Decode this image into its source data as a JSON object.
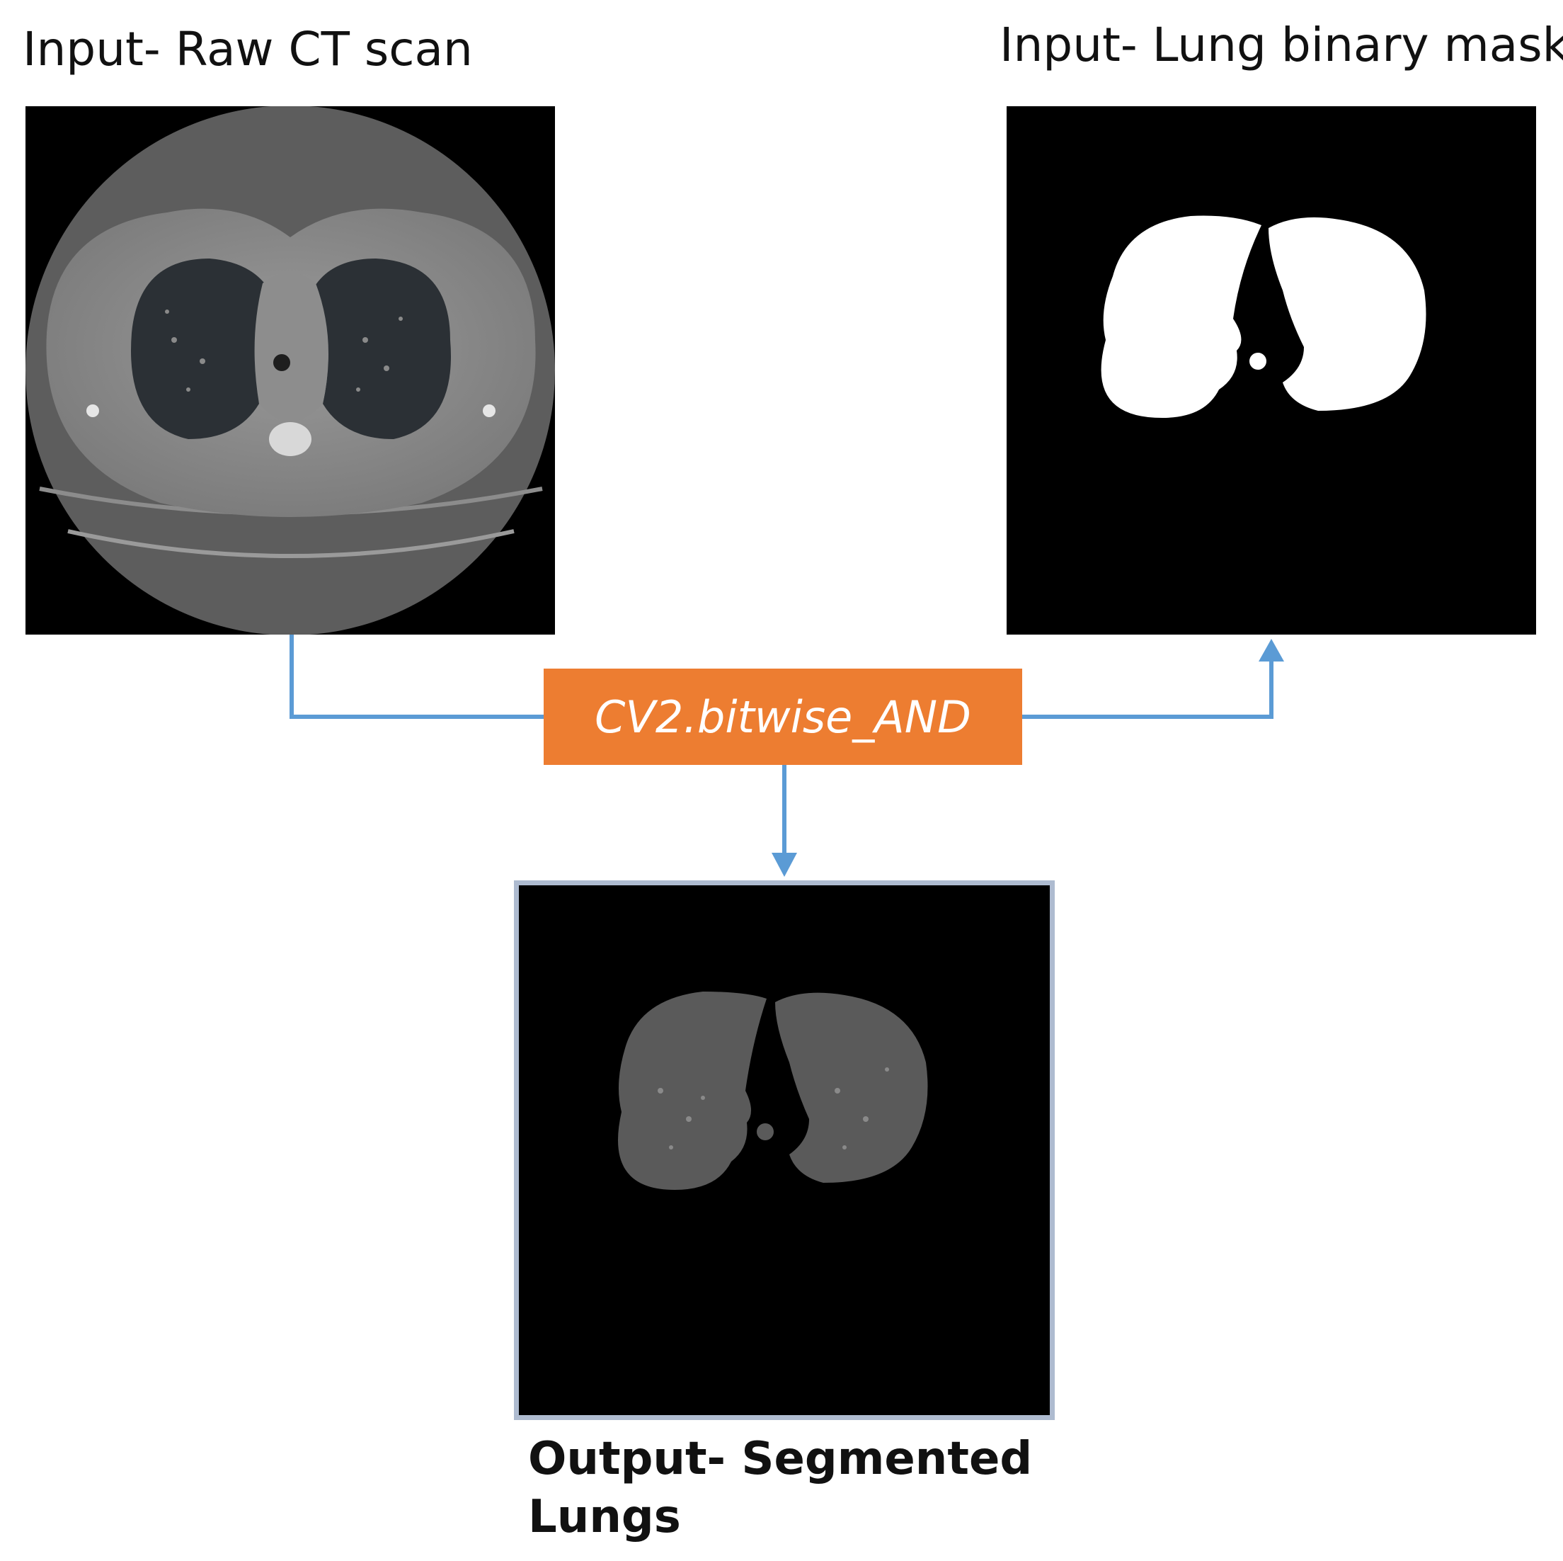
{
  "labels": {
    "ct_input": "Input- Raw CT scan",
    "mask_input": "Input- Lung binary mask",
    "output": "Output- Segmented Lungs"
  },
  "operation": {
    "label": "CV2.bitwise_AND",
    "color": "#ed7d31"
  },
  "colors": {
    "connector": "#5b9bd5",
    "output_border": "#aebbd0",
    "panel_background": "#000000"
  }
}
